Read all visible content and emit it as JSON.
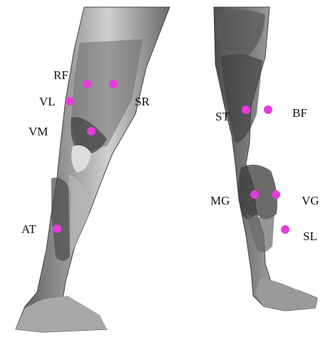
{
  "figure": {
    "colors": {
      "marker": "#e83adf",
      "muscle_dark": "#4a4a4a",
      "muscle_mid": "#8a8a8a",
      "muscle_light": "#c9c9c9",
      "background": "#ffffff"
    },
    "front_view": {
      "labels": {
        "rf": "RF",
        "vl": "VL",
        "sr": "SR",
        "vm": "VM",
        "at": "AT"
      }
    },
    "back_view": {
      "labels": {
        "st": "ST",
        "bf": "BF",
        "mg": "MG",
        "vg": "VG",
        "sl": "SL"
      }
    }
  }
}
